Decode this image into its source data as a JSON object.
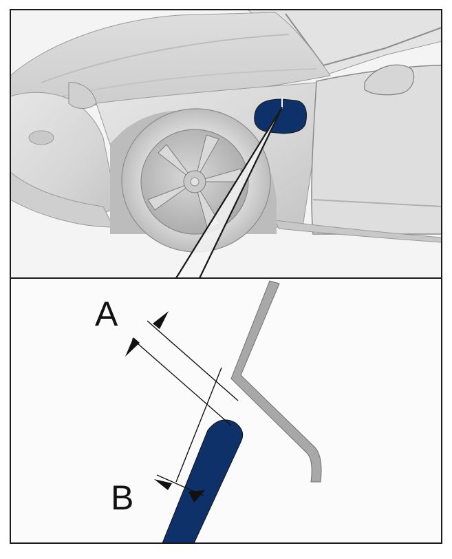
{
  "figure": {
    "labels": {
      "a": "A",
      "b": "B"
    },
    "colors": {
      "panel_blue": "#0d3168",
      "body_grey": "#d9d9d9",
      "body_shadow": "#b8b8b8",
      "tire": "#d4d4d4",
      "rim": "#c6c6c6",
      "outline": "#1a1a1a",
      "section_grey": "#a8a8a8",
      "detail_bg": "#fbfbfb"
    },
    "icons": {
      "dimension_arrow": "triangle-arrow"
    }
  }
}
